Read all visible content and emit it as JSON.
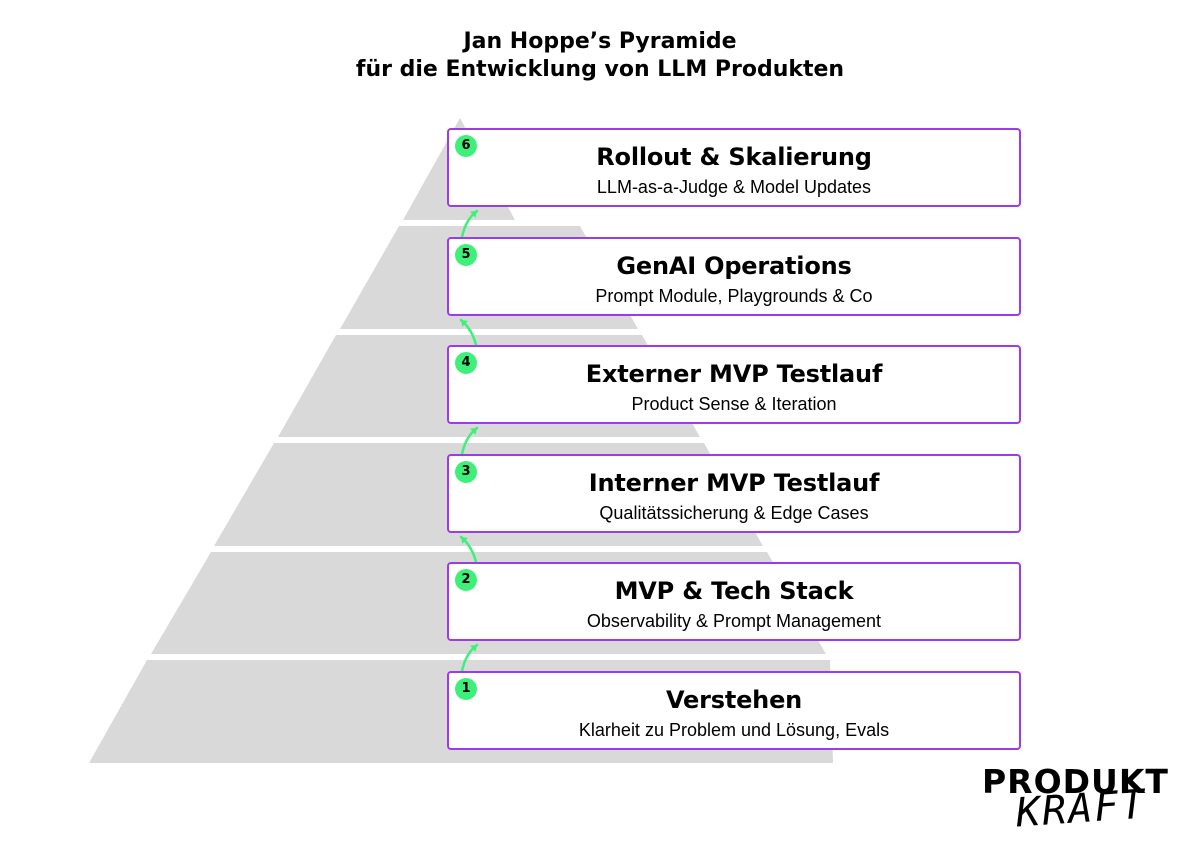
{
  "title": {
    "line1": "Jan Hoppe’s Pyramide",
    "line2": "für die Entwicklung von LLM Produkten"
  },
  "levels": [
    {
      "number": "6",
      "heading": "Rollout & Skalierung",
      "sub": "LLM-as-a-Judge & Model Updates"
    },
    {
      "number": "5",
      "heading": "GenAI Operations",
      "sub": "Prompt Module, Playgrounds & Co"
    },
    {
      "number": "4",
      "heading": "Externer MVP Testlauf",
      "sub": "Product Sense & Iteration"
    },
    {
      "number": "3",
      "heading": "Interner MVP Testlauf",
      "sub": "Qualitätssicherung & Edge Cases"
    },
    {
      "number": "2",
      "heading": "MVP & Tech Stack",
      "sub": "Observability & Prompt Management"
    },
    {
      "number": "1",
      "heading": "Verstehen",
      "sub": "Klarheit zu Problem und Lösung, Evals"
    }
  ],
  "logo": {
    "line1": "PRODUKT",
    "line2": "KRAFT"
  },
  "colors": {
    "pyramid": "#d9d9d9",
    "card_border": "#9b3ce6",
    "badge": "#3ef07a",
    "arrow": "#3ef07a",
    "text": "#000000"
  }
}
